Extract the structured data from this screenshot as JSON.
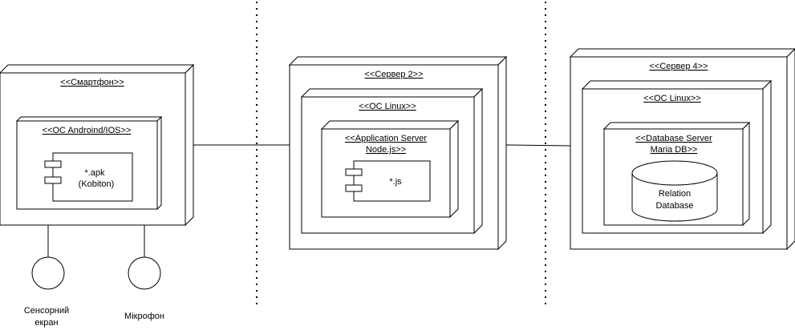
{
  "diagram": {
    "nodes": {
      "smartphone": {
        "title": "<<Смартфон>>"
      },
      "os_mobile": {
        "title": "<<OC Androind/IOS>>"
      },
      "apk_component": {
        "line1": "*.apk",
        "line2": "(Kobiton)"
      },
      "server2": {
        "title": "<<Сервер 2>>"
      },
      "os_linux_1": {
        "title": "<<OC Linux>>"
      },
      "app_server": {
        "line1": "<<Application Server",
        "line2": "Node.js>>"
      },
      "js_component": {
        "label": "*.js"
      },
      "server4": {
        "title": "<<Сервер 4>>"
      },
      "os_linux_2": {
        "title": "<<OC Linux>>"
      },
      "db_server": {
        "line1": "<<Database Server",
        "line2": "Maria DB>>"
      },
      "database": {
        "line1": "Relation",
        "line2": "Database"
      }
    },
    "interfaces": {
      "touchscreen": {
        "line1": "Сенсорний",
        "line2": "екран"
      },
      "microphone": {
        "label": "Мікрофон"
      }
    }
  }
}
